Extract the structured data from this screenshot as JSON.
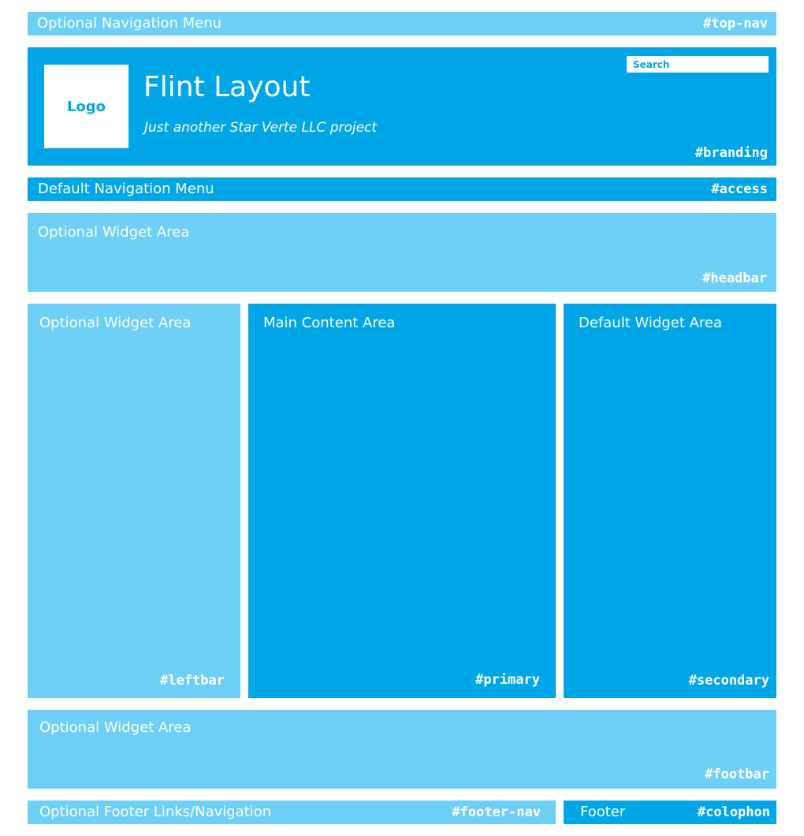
{
  "top_nav": {
    "label": "Optional Navigation Menu",
    "id": "#top-nav"
  },
  "branding": {
    "logo": "Logo",
    "title": "Flint Layout",
    "tagline": "Just another Star Verte LLC project",
    "search_placeholder": "Search",
    "id": "#branding"
  },
  "access": {
    "label": "Default Navigation Menu",
    "id": "#access"
  },
  "headbar": {
    "label": "Optional Widget Area",
    "id": "#headbar"
  },
  "leftbar": {
    "label": "Optional Widget Area",
    "id": "#leftbar"
  },
  "primary": {
    "label": "Main Content Area",
    "id": "#primary"
  },
  "secondary": {
    "label": "Default Widget Area",
    "id": "#secondary"
  },
  "footbar": {
    "label": "Optional Widget Area",
    "id": "#footbar"
  },
  "footer_nav": {
    "label": "Optional Footer Links/Navigation",
    "id": "#footer-nav"
  },
  "colophon": {
    "label": "Footer",
    "id": "#colophon"
  },
  "colors": {
    "light_region": "#6dcff6",
    "dark_region": "#00a6e6",
    "text": "#ffffff"
  }
}
